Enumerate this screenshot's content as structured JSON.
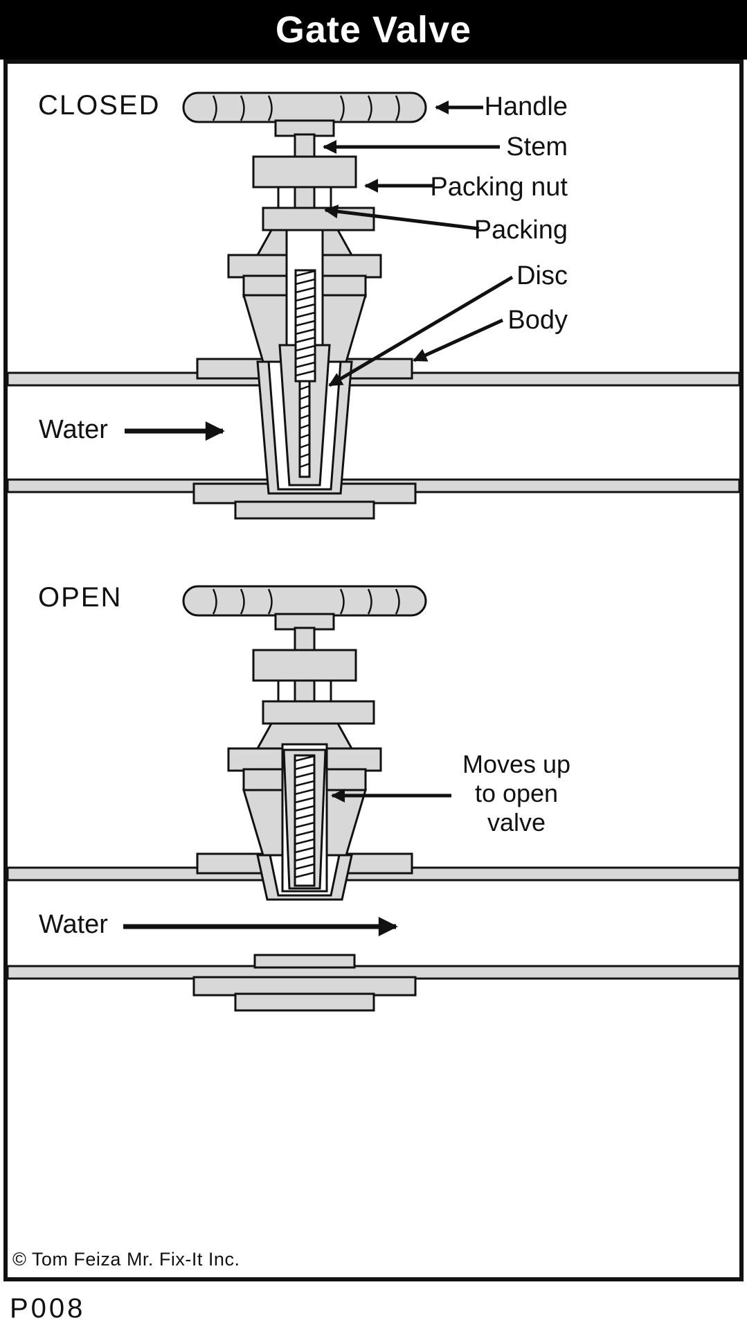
{
  "title": "Gate Valve",
  "colors": {
    "metal": "#d8d8d8",
    "outline": "#111111",
    "header_bg": "#000000",
    "header_fg": "#ffffff"
  },
  "closed_section": {
    "state": "CLOSED",
    "water": "Water",
    "labels": {
      "handle": "Handle",
      "stem": "Stem",
      "packing_nut": "Packing nut",
      "packing": "Packing",
      "disc": "Disc",
      "body": "Body"
    }
  },
  "open_section": {
    "state": "OPEN",
    "water": "Water",
    "note_lines": [
      "Moves up",
      "to open",
      "valve"
    ]
  },
  "footer": {
    "copyright": "© Tom Feiza Mr. Fix-It Inc.",
    "code": "P008"
  }
}
